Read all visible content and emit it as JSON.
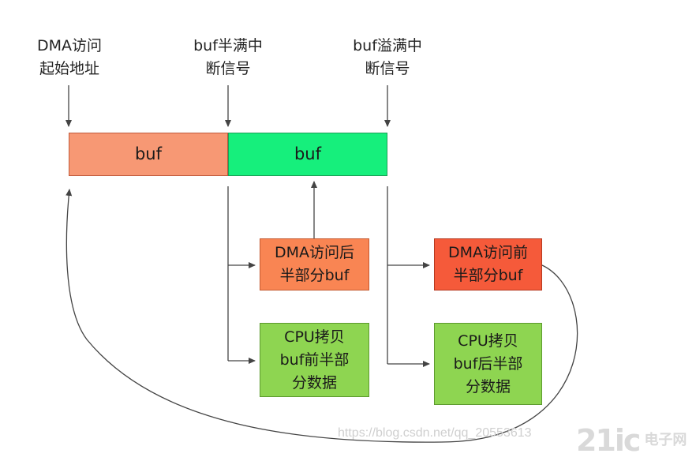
{
  "labels": {
    "dma_start": [
      "DMA访问",
      "起始地址"
    ],
    "buf_half": [
      "buf半满中",
      "断信号"
    ],
    "buf_full": [
      "buf溢满中",
      "断信号"
    ]
  },
  "buffers": {
    "first_half": "buf",
    "second_half": "buf"
  },
  "boxes": {
    "dma_back": [
      "DMA访问后",
      "半部分buf"
    ],
    "dma_front": [
      "DMA访问前",
      "半部分buf"
    ],
    "cpu_front": [
      "CPU拷贝",
      "buf前半部",
      "分数据"
    ],
    "cpu_back": [
      "CPU拷贝",
      "buf后半部",
      "分数据"
    ]
  },
  "colors": {
    "first_half_buf": "#f79874",
    "second_half_buf": "#16ef7c",
    "dma_back_box": "#f98553",
    "dma_front_box": "#f55a3a",
    "cpu_box": "#8ed551",
    "arrow": "#444444"
  },
  "watermark": "https://blog.csdn.net/qq_20553613",
  "logo": {
    "mark": "21ic",
    "text": "电子网"
  }
}
